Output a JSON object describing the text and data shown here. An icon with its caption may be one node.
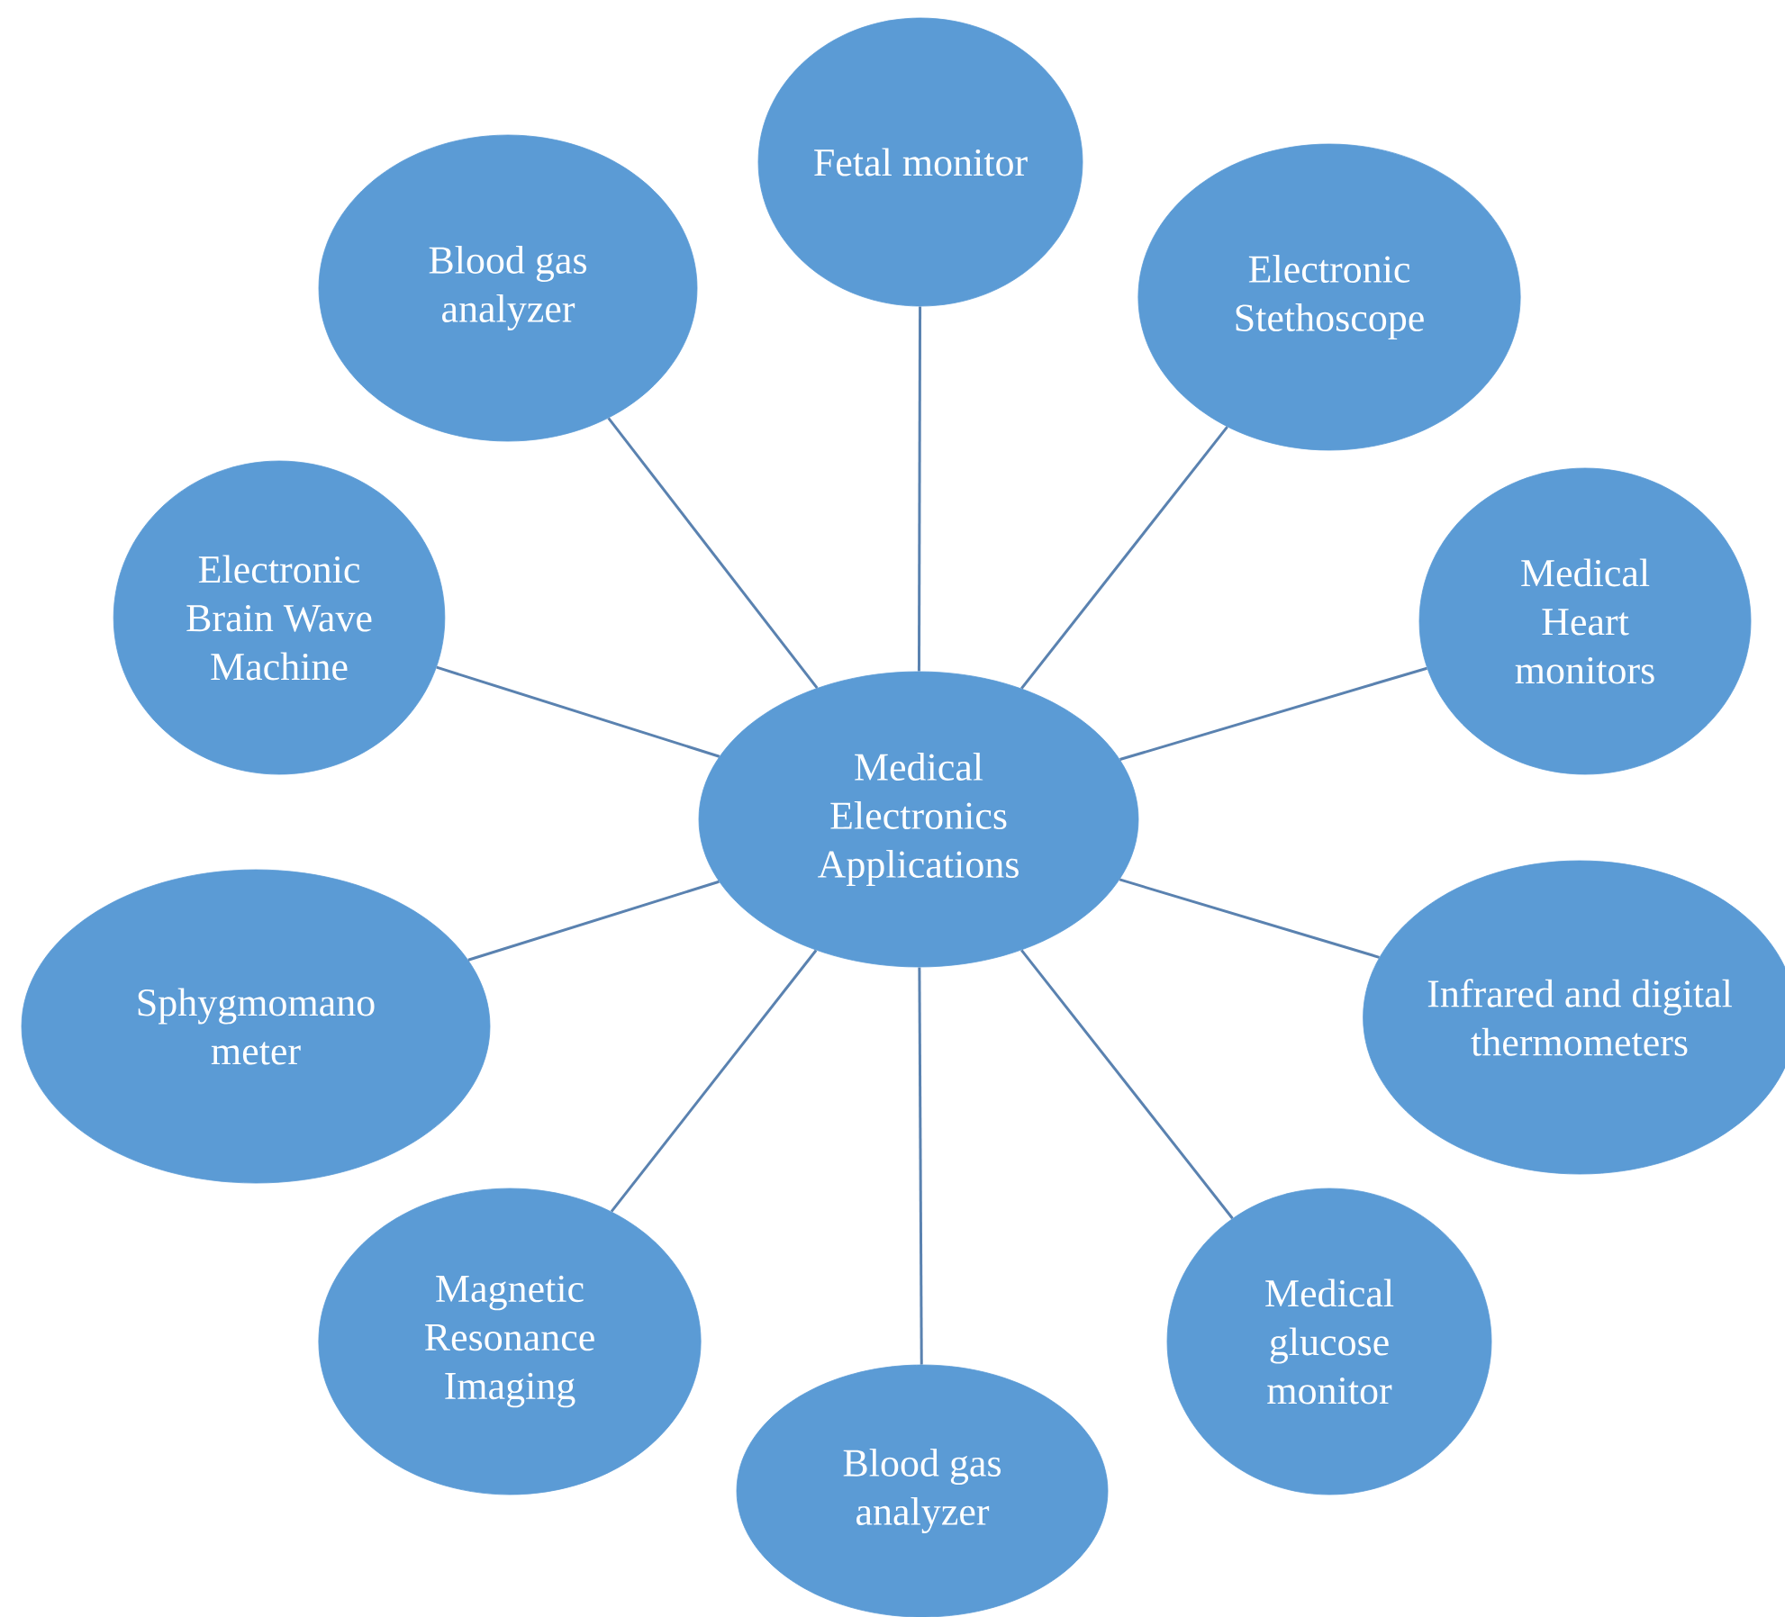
{
  "diagram": {
    "nodes": [
      {
        "text": [
          "Medical Electronics Applications"
        ]
      },
      {
        "text": [
          "Fetal monitor"
        ]
      },
      {
        "text": [
          "Electronic Stethoscope"
        ]
      },
      {
        "text": [
          "Medical Heart monitors"
        ]
      },
      {
        "text": [
          "Infrared and digital thermometers"
        ]
      },
      {
        "text": [
          "Medical glucose monitor"
        ]
      },
      {
        "text": [
          "Blood gas analyzer"
        ]
      },
      {
        "text": [
          "Magnetic Resonance Imaging"
        ]
      },
      {
        "text": [
          "Sphygmomano meter"
        ]
      },
      {
        "text": [
          "Electronic Brain Wave Machine"
        ]
      },
      {
        "text": [
          "Blood gas analyzer"
        ]
      }
    ],
    "edges": [
      {
        "from": 0,
        "to": 1,
        "arrow": "none"
      },
      {
        "from": 0,
        "to": 2,
        "arrow": "none"
      },
      {
        "from": 0,
        "to": 3,
        "arrow": "none"
      },
      {
        "from": 0,
        "to": 4,
        "arrow": "none"
      },
      {
        "from": 0,
        "to": 5,
        "arrow": "none"
      },
      {
        "from": 0,
        "to": 6,
        "arrow": "none"
      },
      {
        "from": 0,
        "to": 7,
        "arrow": "none"
      },
      {
        "from": 0,
        "to": 8,
        "arrow": "none"
      },
      {
        "from": 0,
        "to": 9,
        "arrow": "none"
      },
      {
        "from": 0,
        "to": 10,
        "arrow": "none"
      }
    ]
  }
}
